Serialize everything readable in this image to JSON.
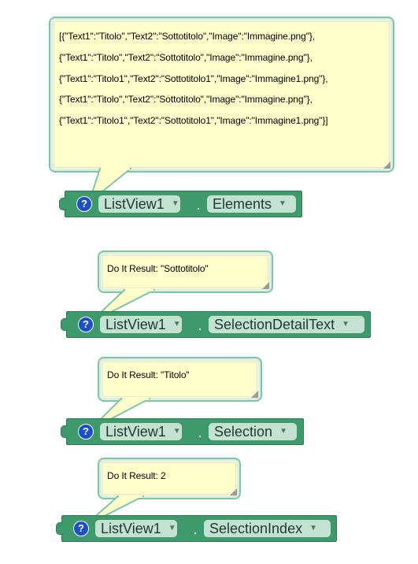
{
  "blocks": [
    {
      "component": "ListView1",
      "property": "Elements",
      "help_glyph": "?",
      "result_lines": [
        "[{\"Text1\":\"Titolo\",\"Text2\":\"Sottotitolo\",\"Image\":\"Immagine.png\"},",
        "{\"Text1\":\"Titolo\",\"Text2\":\"Sottotitolo\",\"Image\":\"Immagine.png\"},",
        "{\"Text1\":\"Titolo1\",\"Text2\":\"Sottotitolo1\",\"Image\":\"Immagine1.png\"},",
        "{\"Text1\":\"Titolo\",\"Text2\":\"Sottotitolo\",\"Image\":\"Immagine.png\"},",
        "{\"Text1\":\"Titolo1\",\"Text2\":\"Sottotitolo1\",\"Image\":\"Immagine1.png\"}]"
      ]
    },
    {
      "component": "ListView1",
      "property": "SelectionDetailText",
      "help_glyph": "?",
      "result": "Do It Result: \"Sottotitolo\""
    },
    {
      "component": "ListView1",
      "property": "Selection",
      "help_glyph": "?",
      "result": "Do It Result: \"Titolo\""
    },
    {
      "component": "ListView1",
      "property": "SelectionIndex",
      "help_glyph": "?",
      "result": "Do It Result: 2"
    }
  ],
  "separator": ".",
  "dropdown_arrow": "▼",
  "colors": {
    "block": "#3f9a6b",
    "dropdown": "#c4e2d2",
    "bubble": "#ffffcc",
    "bubble_border": "#7fc4a7",
    "help_icon": "#1b4fc4"
  }
}
